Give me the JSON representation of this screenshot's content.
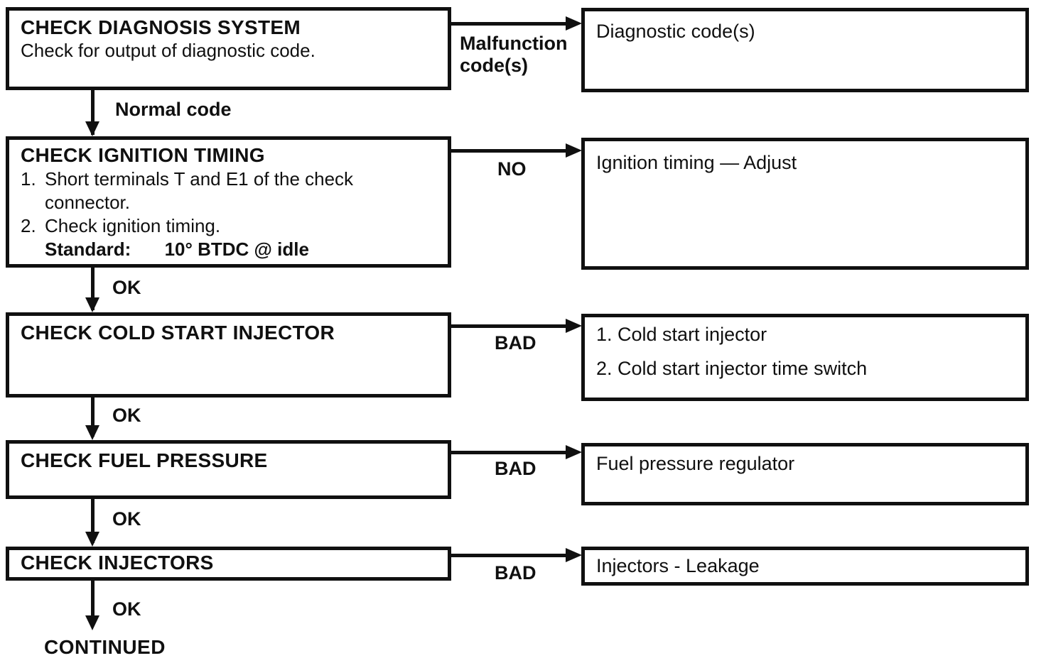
{
  "colors": {
    "ink": "#101010",
    "paper": "#ffffff"
  },
  "steps": [
    {
      "title": "CHECK DIAGNOSIS SYSTEM",
      "description": "Check for output of diagnostic code.",
      "branch_label_line1": "Malfunction",
      "branch_label_line2": "code(s)",
      "result_line1": "Diagnostic code(s)",
      "next_label": "Normal code"
    },
    {
      "title": "CHECK IGNITION TIMING",
      "item1_num": "1.",
      "item1_text": "Short terminals T and E1 of the check connector.",
      "item2_num": "2.",
      "item2_text": "Check ignition timing.",
      "standard_label": "Standard:",
      "standard_value": "10° BTDC @ idle",
      "branch_label": "NO",
      "result_line1": "Ignition timing — Adjust",
      "next_label": "OK"
    },
    {
      "title": "CHECK COLD START INJECTOR",
      "branch_label": "BAD",
      "result_line1": "1. Cold start injector",
      "result_line2": "2. Cold start injector time switch",
      "next_label": "OK"
    },
    {
      "title": "CHECK FUEL PRESSURE",
      "branch_label": "BAD",
      "result_line1": "Fuel pressure regulator",
      "next_label": "OK"
    },
    {
      "title": "CHECK INJECTORS",
      "branch_label": "BAD",
      "result_line1": "Injectors - Leakage",
      "next_label": "OK"
    }
  ],
  "footer": {
    "continued": "CONTINUED"
  }
}
